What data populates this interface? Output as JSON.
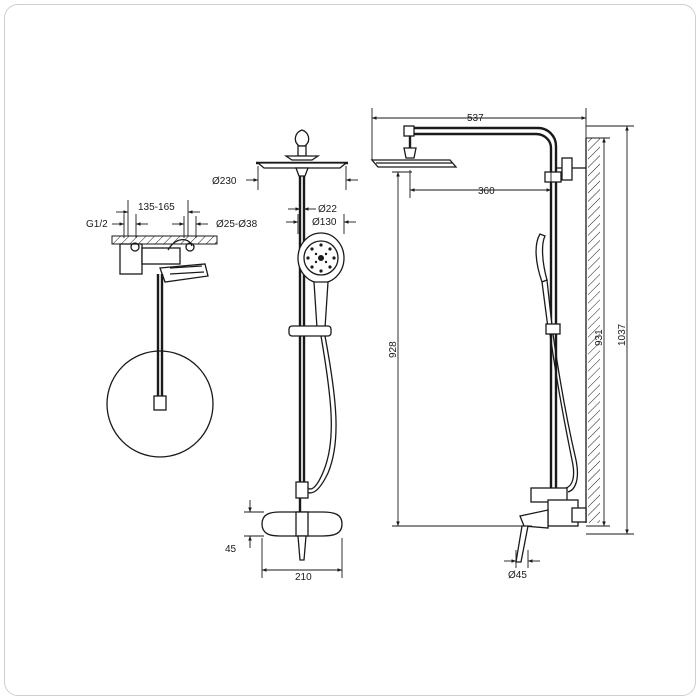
{
  "dimensions": {
    "thread": "G1/2",
    "wall_spacing": "135-165",
    "pipe_diameter_range": "Ø25-Ø38",
    "head_diameter": "Ø230",
    "rail_diameter": "Ø22",
    "hand_shower_diameter": "Ø130",
    "valve_height": "45",
    "valve_width": "210",
    "arm_length": "537",
    "arm_reach": "360",
    "rail_height": "928",
    "valve_to_arm": "931",
    "total_height": "1037",
    "handle_diameter": "Ø45"
  }
}
